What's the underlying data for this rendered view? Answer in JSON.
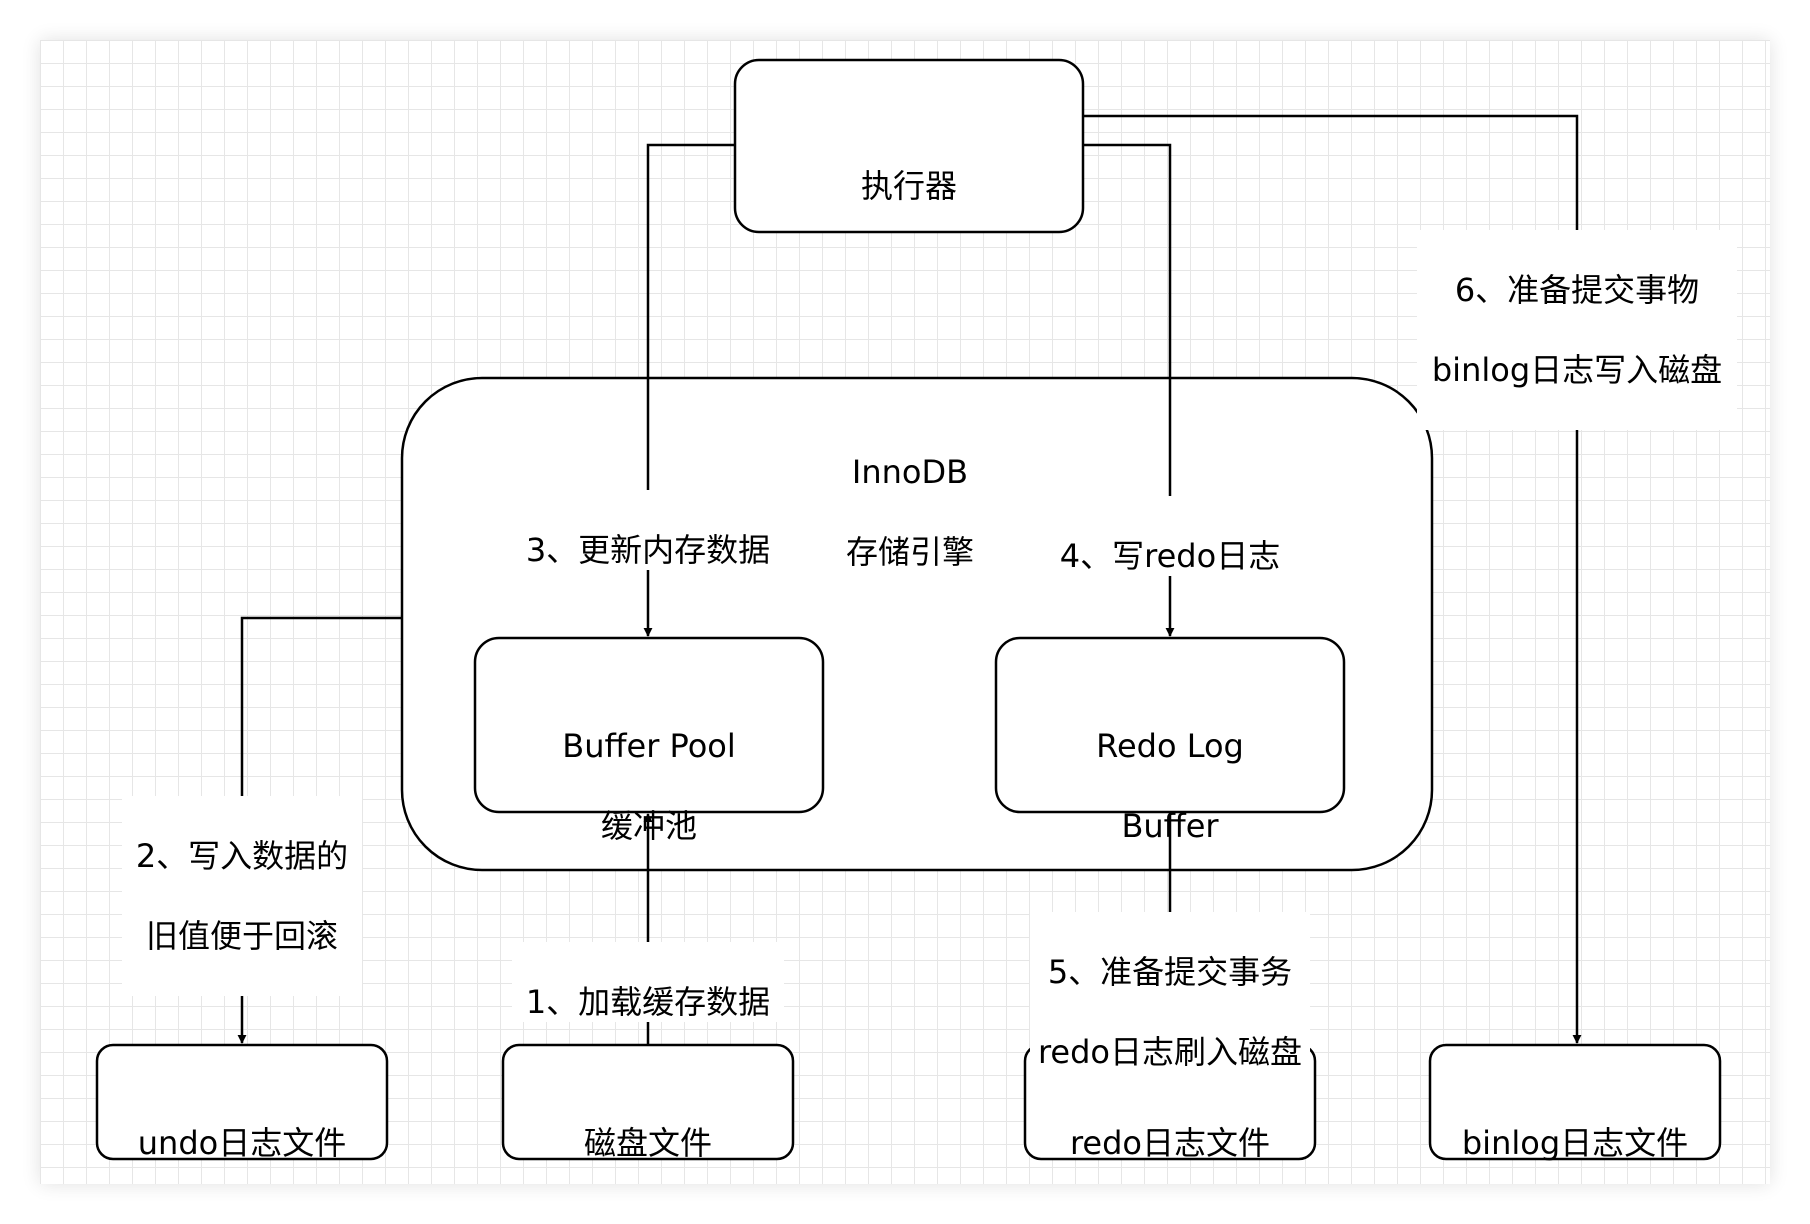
{
  "nodes": {
    "executor": "执行器",
    "innodb_line1": "InnoDB",
    "innodb_line2": "存储引擎",
    "buffer_pool_line1": "Buffer Pool",
    "buffer_pool_line2": "缓冲池",
    "redo_log_buffer_line1": "Redo Log",
    "redo_log_buffer_line2": "Buffer",
    "undo_file": "undo日志文件",
    "disk_file": "磁盘文件",
    "redo_file": "redo日志文件",
    "binlog_file": "binlog日志文件"
  },
  "edges": {
    "step1": "1、加载缓存数据",
    "step2_line1": "2、写入数据的",
    "step2_line2": "旧值便于回滚",
    "step3": "3、更新内存数据",
    "step4": "4、写redo日志",
    "step5_line1": "5、准备提交事务",
    "step5_line2": "redo日志刷入磁盘",
    "step6_line1": "6、准备提交事物",
    "step6_line2": "binlog日志写入磁盘"
  },
  "colors": {
    "stroke": "#000000",
    "grid": "#e6e6e6",
    "node_fill": "#ffffff"
  }
}
